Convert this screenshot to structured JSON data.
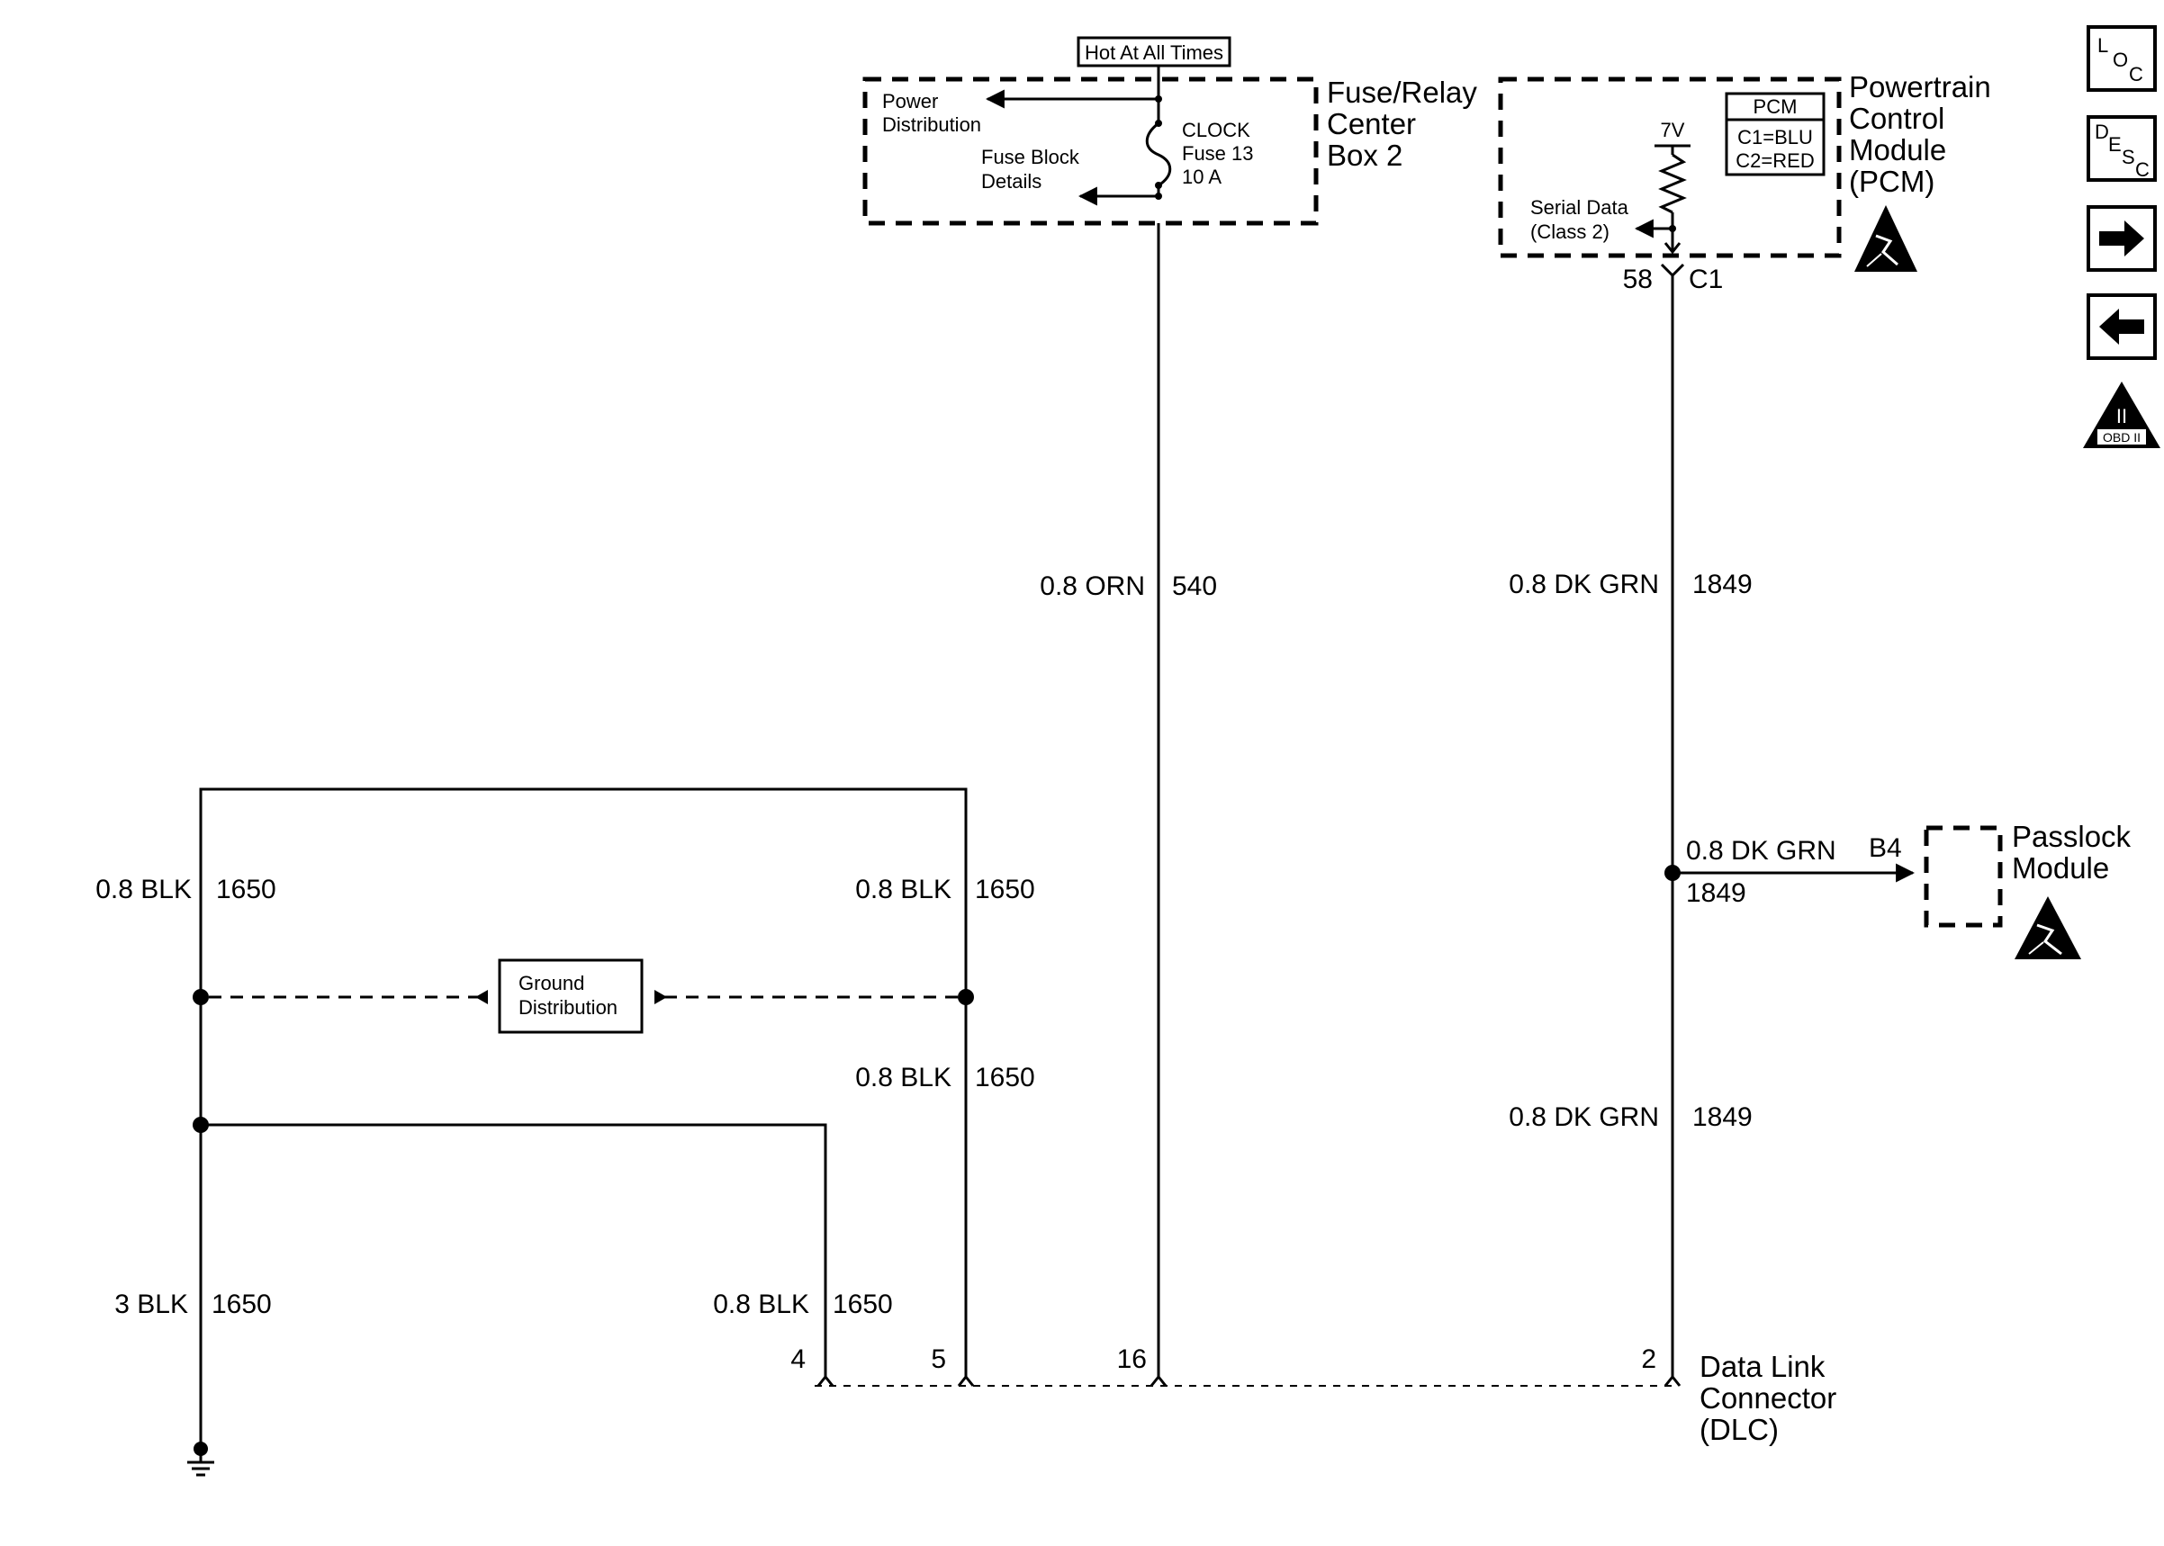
{
  "fuse_box": {
    "hot_label": "Hot At All Times",
    "power_dist": [
      "Power",
      "Distribution"
    ],
    "fuse_block": [
      "Fuse Block",
      "Details"
    ],
    "fuse": [
      "CLOCK",
      "Fuse 13",
      "10 A"
    ],
    "title": [
      "Fuse/Relay",
      "Center",
      "Box 2"
    ]
  },
  "pcm": {
    "box_title": "PCM",
    "connectors": [
      "C1=BLU",
      "C2=RED"
    ],
    "voltage": "7V",
    "serial": [
      "Serial Data",
      "(Class 2)"
    ],
    "title": [
      "Powertrain",
      "Control",
      "Module",
      "(PCM)"
    ],
    "pin": "58",
    "connector": "C1"
  },
  "wires": {
    "orn_color": "0.8 ORN",
    "orn_circuit": "540",
    "grn_top_color": "0.8 DK GRN",
    "grn_top_circuit": "1849",
    "grn_bot_color": "0.8 DK GRN",
    "grn_bot_circuit": "1849",
    "passlock_color": "0.8 DK GRN",
    "passlock_circuit": "1849",
    "blk_left_top_color": "0.8 BLK",
    "blk_left_top_circuit": "1650",
    "blk_right_top_color": "0.8 BLK",
    "blk_right_top_circuit": "1650",
    "blk_right_mid_color": "0.8 BLK",
    "blk_right_mid_circuit": "1650",
    "blk_left_bot_color": "3 BLK",
    "blk_left_bot_circuit": "1650",
    "blk_mid_bot_color": "0.8 BLK",
    "blk_mid_bot_circuit": "1650"
  },
  "ground_dist": [
    "Ground",
    "Distribution"
  ],
  "passlock": {
    "pin": "B4",
    "title": [
      "Passlock",
      "Module"
    ]
  },
  "dlc": {
    "pins": [
      "4",
      "5",
      "16",
      "2"
    ],
    "title": [
      "Data Link",
      "Connector",
      "(DLC)"
    ]
  },
  "nav": {
    "loc": [
      "L",
      "O",
      "C"
    ],
    "desc": [
      "D",
      "E",
      "S",
      "C"
    ],
    "obd": [
      "II",
      "OBD II"
    ]
  }
}
